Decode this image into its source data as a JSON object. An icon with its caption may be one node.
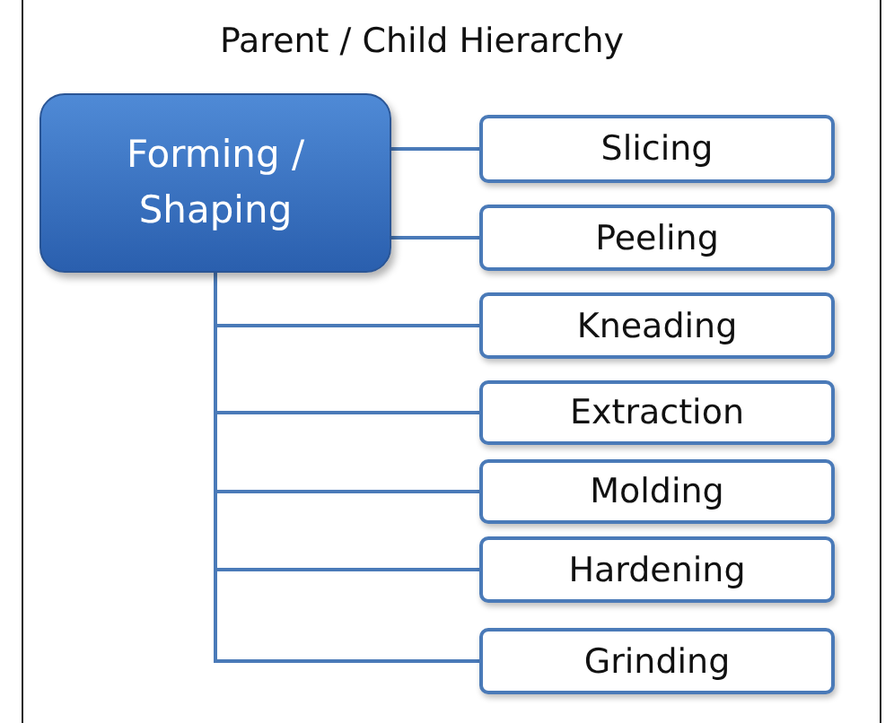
{
  "diagram": {
    "title": "Parent / Child Hierarchy",
    "nodes": [
      {
        "text": [
          "Forming / Shaping"
        ]
      },
      {
        "text": [
          "Slicing"
        ]
      },
      {
        "text": [
          "Peeling"
        ]
      },
      {
        "text": [
          "Kneading"
        ]
      },
      {
        "text": [
          "Extraction"
        ]
      },
      {
        "text": [
          "Molding"
        ]
      },
      {
        "text": [
          "Hardening"
        ]
      },
      {
        "text": [
          "Grinding"
        ]
      }
    ],
    "edges": [
      {
        "from": 0,
        "to": 1,
        "arrow": "none"
      },
      {
        "from": 0,
        "to": 2,
        "arrow": "none"
      },
      {
        "from": 0,
        "to": 3,
        "arrow": "none"
      },
      {
        "from": 0,
        "to": 4,
        "arrow": "none"
      },
      {
        "from": 0,
        "to": 5,
        "arrow": "none"
      },
      {
        "from": 0,
        "to": 6,
        "arrow": "none"
      },
      {
        "from": 0,
        "to": 7,
        "arrow": "none"
      }
    ]
  }
}
